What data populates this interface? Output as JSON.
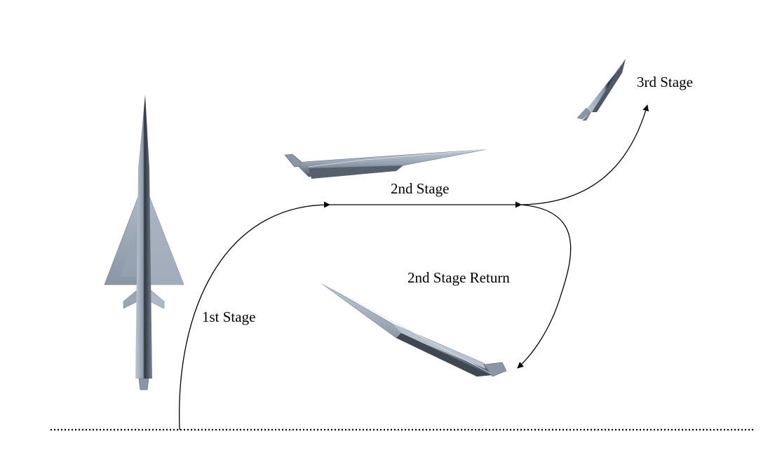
{
  "labels": {
    "stage1": "1st Stage",
    "stage2": "2nd Stage",
    "stage2_return": "2nd Stage Return",
    "stage3": "3rd Stage"
  },
  "colors": {
    "vehicle_light": "#a7b2c0",
    "vehicle_mid": "#8a96a6",
    "vehicle_dark": "#4f5966",
    "vehicle_shadow": "#2f3640",
    "line": "#000000"
  },
  "icons": {
    "stacked_vehicle": "launch-vehicle-icon",
    "cruising_vehicle": "hypersonic-aircraft-icon",
    "returning_vehicle": "returning-aircraft-icon",
    "upper_stage": "upper-stage-rocket-icon"
  }
}
